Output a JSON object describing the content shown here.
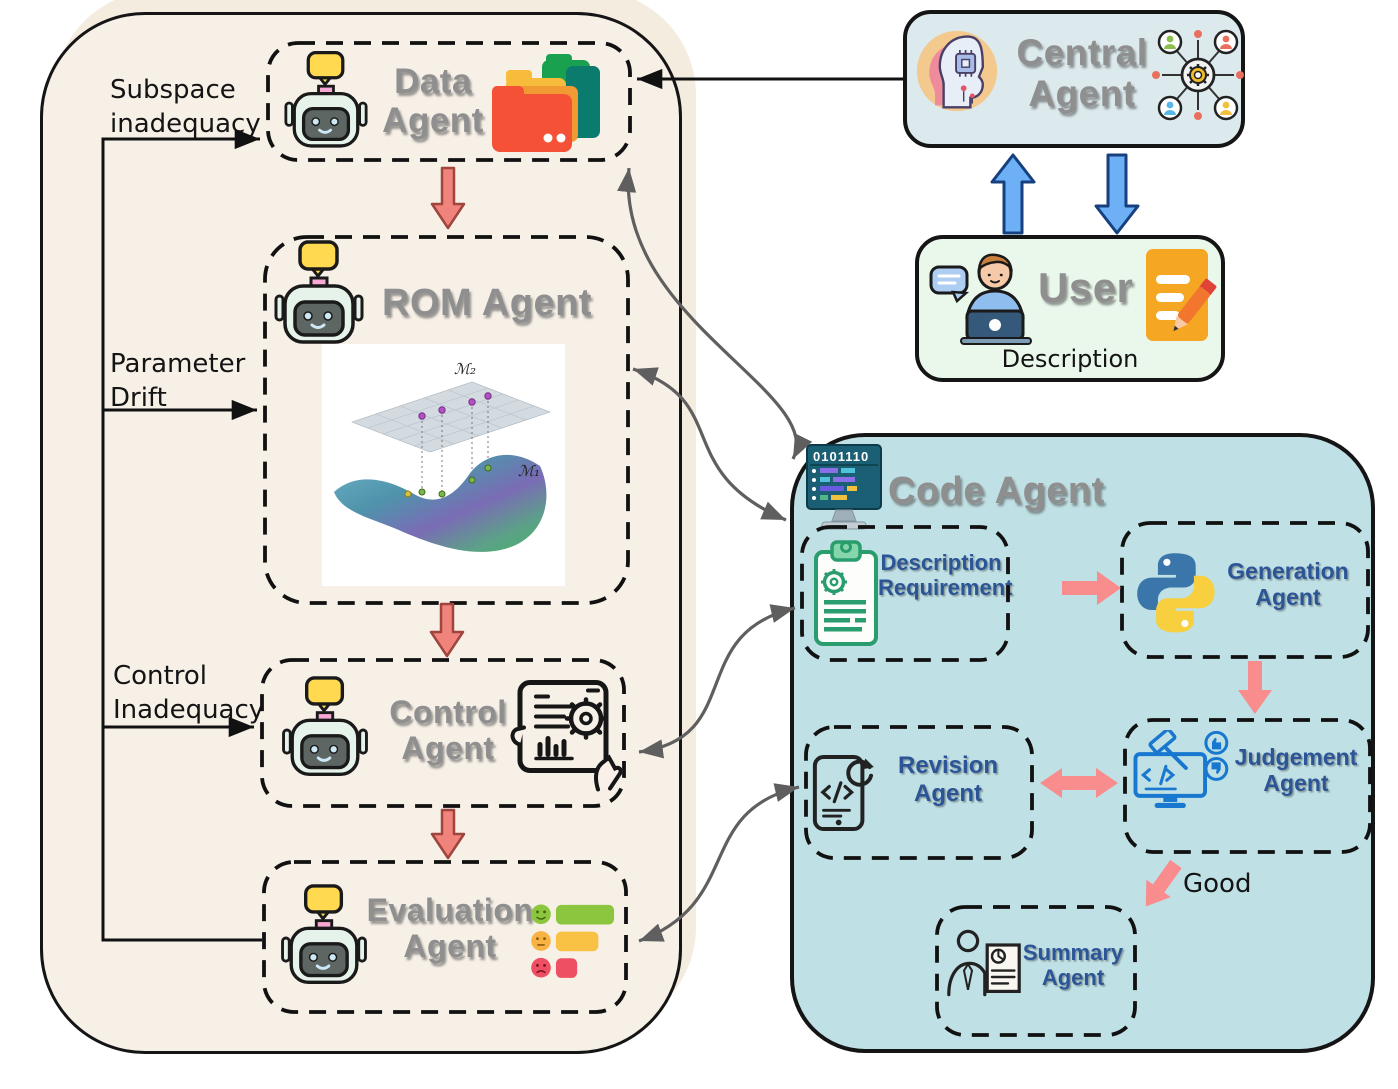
{
  "palette": {
    "left_panel_bg": "#f7f0e7",
    "code_panel_bg": "#bfe0e4",
    "central_bg": "#dceaee",
    "user_bg": "#eaf8ec",
    "title_gray": "#8f8f8f",
    "label_blue": "#2c5597",
    "arrow_red": "#f0837b",
    "arrow_pink": "#f98d8d",
    "arrow_blue": "#6db0f5",
    "connector_gray": "#5f5f5f",
    "python_blue": "#3a76a9",
    "python_yellow": "#f8cf3f",
    "clipboard_green": "#2a9d6e",
    "judgement_blue": "#1878d0"
  },
  "left_panel": {
    "data_agent": {
      "label": "Data Agent"
    },
    "rom_agent": {
      "label": "ROM Agent",
      "plot": {
        "upper_manifold": "ℳ₂",
        "lower_manifold": "ℳ₁"
      }
    },
    "control_agent": {
      "label": "Control Agent"
    },
    "evaluation_agent": {
      "label": "Evaluation Agent"
    },
    "feedback": {
      "subspace": "Subspace inadequacy",
      "parameter_drift": "Parameter Drift",
      "control": "Control Inadequacy"
    }
  },
  "central_agent": {
    "label": "Central Agent"
  },
  "user_box": {
    "label": "User",
    "caption": "Description"
  },
  "code_agent": {
    "label": "Code Agent",
    "binary": "0101110",
    "nodes": {
      "description_requirement": {
        "label": "Description Requirement"
      },
      "generation_agent": {
        "label": "Generation Agent"
      },
      "revision_agent": {
        "label": "Revision Agent"
      },
      "judgement_agent": {
        "label": "Judgement Agent"
      },
      "summary_agent": {
        "label": "Summary Agent"
      }
    },
    "good_label": "Good"
  },
  "icons": {
    "robot": "robot-chat-icon",
    "folders": "data-folders-icon",
    "manifold_plot": "manifold-projection-plot",
    "control_tablet": "tablet-gear-hand-icon",
    "ratings": "rating-smileys-icon",
    "ai_head": "ai-head-icon",
    "network": "multi-agent-network-icon",
    "user_laptop": "user-laptop-icon",
    "description_doc": "document-pencil-icon",
    "code_monitor": "binary-monitor-icon",
    "clipboard": "requirement-clipboard-icon",
    "python": "python-logo-icon",
    "revision_tablet": "code-refresh-tablet-icon",
    "judgement_monitor": "gavel-monitor-icon",
    "summary_person": "presenter-document-icon"
  }
}
